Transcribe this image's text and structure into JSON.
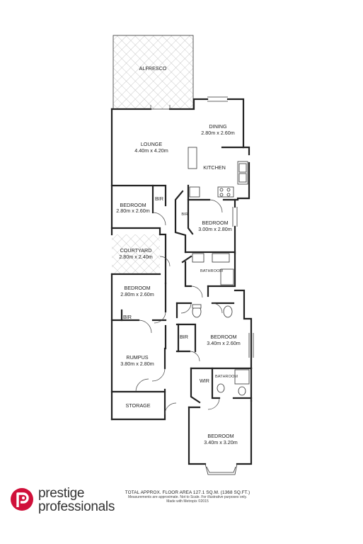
{
  "rooms": {
    "alfresco": {
      "name": "ALFRESCO"
    },
    "dining": {
      "name": "DINING",
      "size": "2.80m x 2.60m"
    },
    "lounge": {
      "name": "LOUNGE",
      "size": "4.40m x 4.20m"
    },
    "kitchen": {
      "name": "KITCHEN"
    },
    "bedroom_1": {
      "name": "BEDROOM",
      "size": "2.80m x 2.60m"
    },
    "bir_1": {
      "name": "BIR"
    },
    "bir_2": {
      "name": "BIR"
    },
    "bedroom_2": {
      "name": "BEDROOM",
      "size": "3.00m x 2.80m"
    },
    "courtyard": {
      "name": "COURTYARD",
      "size": "2.80m x 2.40m"
    },
    "bathroom_1": {
      "name": "BATHROOM"
    },
    "bedroom_3": {
      "name": "BEDROOM",
      "size": "2.80m x 2.60m"
    },
    "bir_3": {
      "name": "BIR"
    },
    "bir_4": {
      "name": "BIR"
    },
    "bedroom_4": {
      "name": "BEDROOM",
      "size": "3.40m x 2.60m"
    },
    "rumpus": {
      "name": "RUMPUS",
      "size": "3.80m x 2.80m"
    },
    "bathroom_2": {
      "name": "BATHROOM"
    },
    "wir": {
      "name": "WIR"
    },
    "storage": {
      "name": "STORAGE"
    },
    "bedroom_5": {
      "name": "BEDROOM",
      "size": "3.40m x 3.20m"
    }
  },
  "footer": {
    "total_area": "TOTAL APPROX. FLOOR AREA 127.1 SQ.M. (1368 SQ.FT.)",
    "disclaimer": "Measurements are approximate. Not to Scale. For illustrative purposes only.",
    "credit": "Made with Metropix ©2015"
  },
  "logo": {
    "line1": "prestige",
    "line2": "professionals",
    "brand_color": "#d0103a"
  },
  "colors": {
    "wall": "#222222",
    "hatch": "#bdbdbd"
  }
}
